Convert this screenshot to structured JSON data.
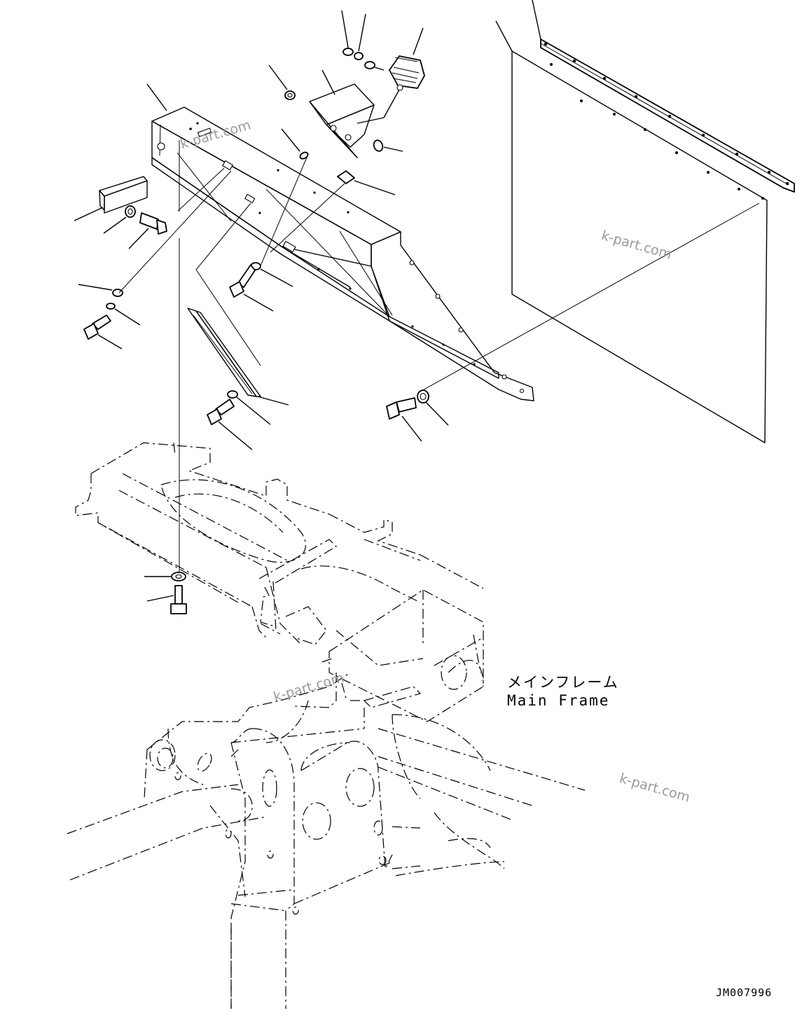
{
  "drawing": {
    "frame_label_jp": "メインフレーム",
    "frame_label_en": "Main Frame",
    "drawing_code": "JM007996",
    "watermark": "k-part.com"
  }
}
